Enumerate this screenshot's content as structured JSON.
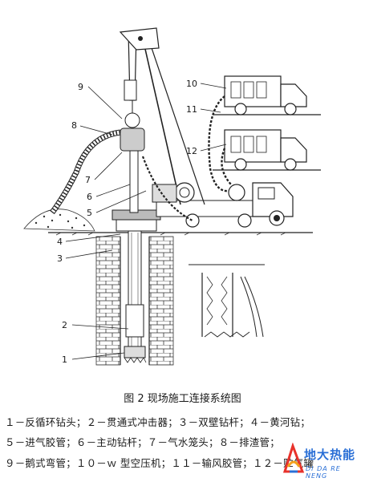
{
  "figure": {
    "caption": "图 2  现场施工连接系统图",
    "callouts": [
      "1",
      "2",
      "3",
      "4",
      "5",
      "6",
      "7",
      "8",
      "9",
      "10",
      "11",
      "12"
    ]
  },
  "legend": {
    "line1": "１－反循环钻头；２－贯通式冲击器；３－双壁钻杆；４－黄河钻；",
    "line2": "５－进气胶管；６－主动钻杆；７－气水笼头；８－排渣管；",
    "line3": "９－鹅式弯管；１０－ｗ 型空压机；１１－输风胶管；１２－贮气罐"
  },
  "watermark": {
    "text": "地大热能",
    "subtext": "DI DA RE NENG",
    "colors": [
      "#e8322b",
      "#f4a21c",
      "#2a6fd6"
    ]
  }
}
